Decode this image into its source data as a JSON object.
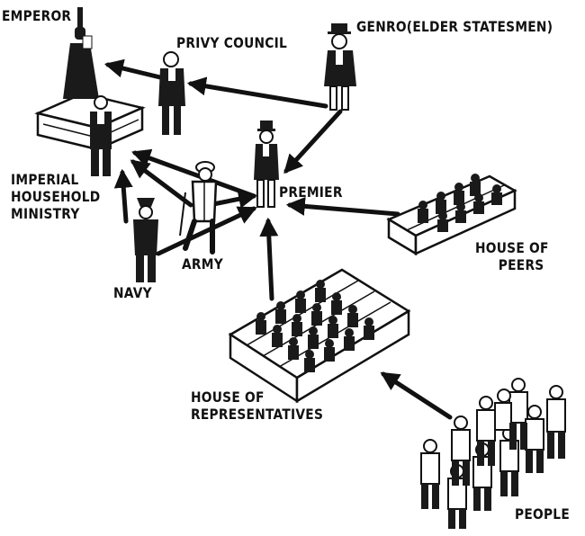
{
  "labels": {
    "emperor": "EMPEROR",
    "privy_council": "PRIVY COUNCIL",
    "genro": "GENRO(ELDER STATESMEN)",
    "imperial_household": [
      "IMPERIAL",
      "HOUSEHOLD",
      "MINISTRY"
    ],
    "premier": "PREMIER",
    "house_of_peers": [
      "HOUSE OF",
      "PEERS"
    ],
    "army": "ARMY",
    "navy": "NAVY",
    "house_of_representatives": [
      "HOUSE OF",
      "REPRESENTATIVES"
    ],
    "people": "PEOPLE"
  },
  "colors": {
    "ink": "#111111",
    "paper": "#ffffff",
    "suit": "#1a1a1a"
  },
  "flows": [
    {
      "from": "genro",
      "to": "privy-council"
    },
    {
      "from": "genro",
      "to": "premier"
    },
    {
      "from": "privy-council",
      "to": "emperor"
    },
    {
      "from": "premier",
      "to": "imperial-household-ministry"
    },
    {
      "from": "army",
      "to": "imperial-household-ministry"
    },
    {
      "from": "army",
      "to": "premier"
    },
    {
      "from": "navy",
      "to": "imperial-household-ministry"
    },
    {
      "from": "navy",
      "to": "premier"
    },
    {
      "from": "house-of-peers",
      "to": "premier"
    },
    {
      "from": "house-of-representatives",
      "to": "premier"
    },
    {
      "from": "people",
      "to": "house-of-representatives"
    }
  ]
}
